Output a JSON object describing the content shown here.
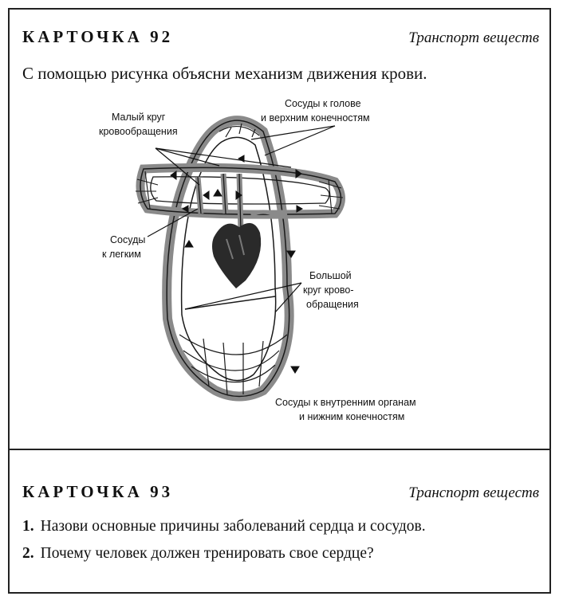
{
  "card92": {
    "title": "КАРТОЧКА 92",
    "topic": "Транспорт веществ",
    "prompt": "С помощью рисунка объясни механизм движения крови.",
    "labels": {
      "pulmonary_line1": "Малый круг",
      "pulmonary_line2": "кровообращения",
      "head_line1": "Сосуды к голове",
      "head_line2": "и верхним конечностям",
      "lungs_line1": "Сосуды",
      "lungs_line2": "к легким",
      "systemic_line1": "Большой",
      "systemic_line2": "круг крово-",
      "systemic_line3": "обращения",
      "organs_line1": "Сосуды к внутренним органам",
      "organs_line2": "и нижним конечностям"
    }
  },
  "card93": {
    "title": "КАРТОЧКА 93",
    "topic": "Транспорт веществ",
    "questions": [
      {
        "num": "1.",
        "text": "Назови основные причины заболеваний сердца и сосудов."
      },
      {
        "num": "2.",
        "text": "Почему человек должен тренировать свое сердце?"
      }
    ]
  },
  "colors": {
    "ink": "#111111",
    "vessel": "#8a8a8a",
    "heart": "#2a2a2a"
  }
}
